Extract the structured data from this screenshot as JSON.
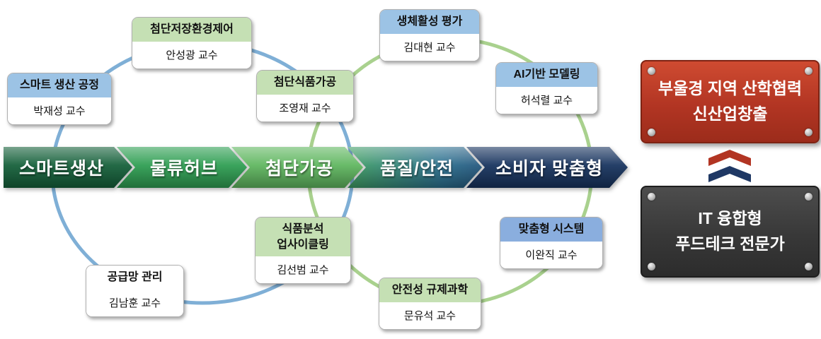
{
  "stages": [
    {
      "label": "스마트생산"
    },
    {
      "label": "물류허브"
    },
    {
      "label": "첨단가공"
    },
    {
      "label": "품질/안전"
    },
    {
      "label": "소비자 맞춤형"
    }
  ],
  "nodes": [
    {
      "title": "스마트 생산 공정",
      "professor": "박재성 교수",
      "header": "blue"
    },
    {
      "title": "첨단저장환경제어",
      "professor": "안성광 교수",
      "header": "green"
    },
    {
      "title": "첨단식품가공",
      "professor": "조영재 교수",
      "header": "green"
    },
    {
      "title": "생체활성 평가",
      "professor": "김대현 교수",
      "header": "blue"
    },
    {
      "title": "AI기반 모델링",
      "professor": "허석렬 교수",
      "header": "blue"
    },
    {
      "title": "공급망 관리",
      "professor": "김남훈 교수",
      "header": "plain"
    },
    {
      "title": "식품분석\n업사이클링",
      "professor": "김선범 교수",
      "header": "green"
    },
    {
      "title": "안전성 규제과학",
      "professor": "문유석 교수",
      "header": "green"
    },
    {
      "title": "맞춤형 시스템",
      "professor": "이완직 교수",
      "header": "blue2"
    }
  ],
  "banners": {
    "top": {
      "line1": "부울경 지역 산학협력",
      "line2": "신산업창출"
    },
    "bottom": {
      "line1": "IT 융합형",
      "line2": "푸드테크 전문가"
    }
  },
  "palette": {
    "green_header": "#c5e0b4",
    "blue_header": "#9cc3e5",
    "blue_orbit": "#7fafd6",
    "green_orbit": "#a9d18e",
    "banner_red": "#b23523",
    "banner_dark": "#383838",
    "arrow_dark_green": "#15603a",
    "arrow_green": "#2e9e52",
    "arrow_light_green": "#5fb65f",
    "arrow_teal": "#2b6f8e",
    "arrow_navy": "#17335e"
  }
}
